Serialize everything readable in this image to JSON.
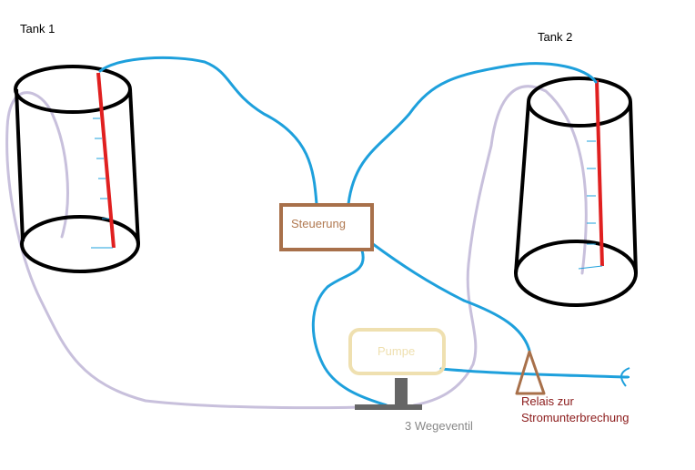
{
  "labels": {
    "tank1": "Tank 1",
    "tank2": "Tank 2",
    "steuerung": "Steuerung",
    "pumpe": "Pumpe",
    "ventil": "3 Wegeventil",
    "relais_line1": "Relais zur",
    "relais_line2": "Stromunterbrechung"
  },
  "colors": {
    "tank_outline": "#000000",
    "level_rod": "#e02020",
    "signal_wire": "#1ea0dc",
    "hose": "#c8c0dc",
    "steuerung_box": "#a8704a",
    "pumpe_box": "#efe0b0",
    "ventil": "#666666",
    "relais": "#a8704a"
  },
  "icons": {
    "relais": "triangle-icon",
    "power_input": "arrow-icon"
  }
}
